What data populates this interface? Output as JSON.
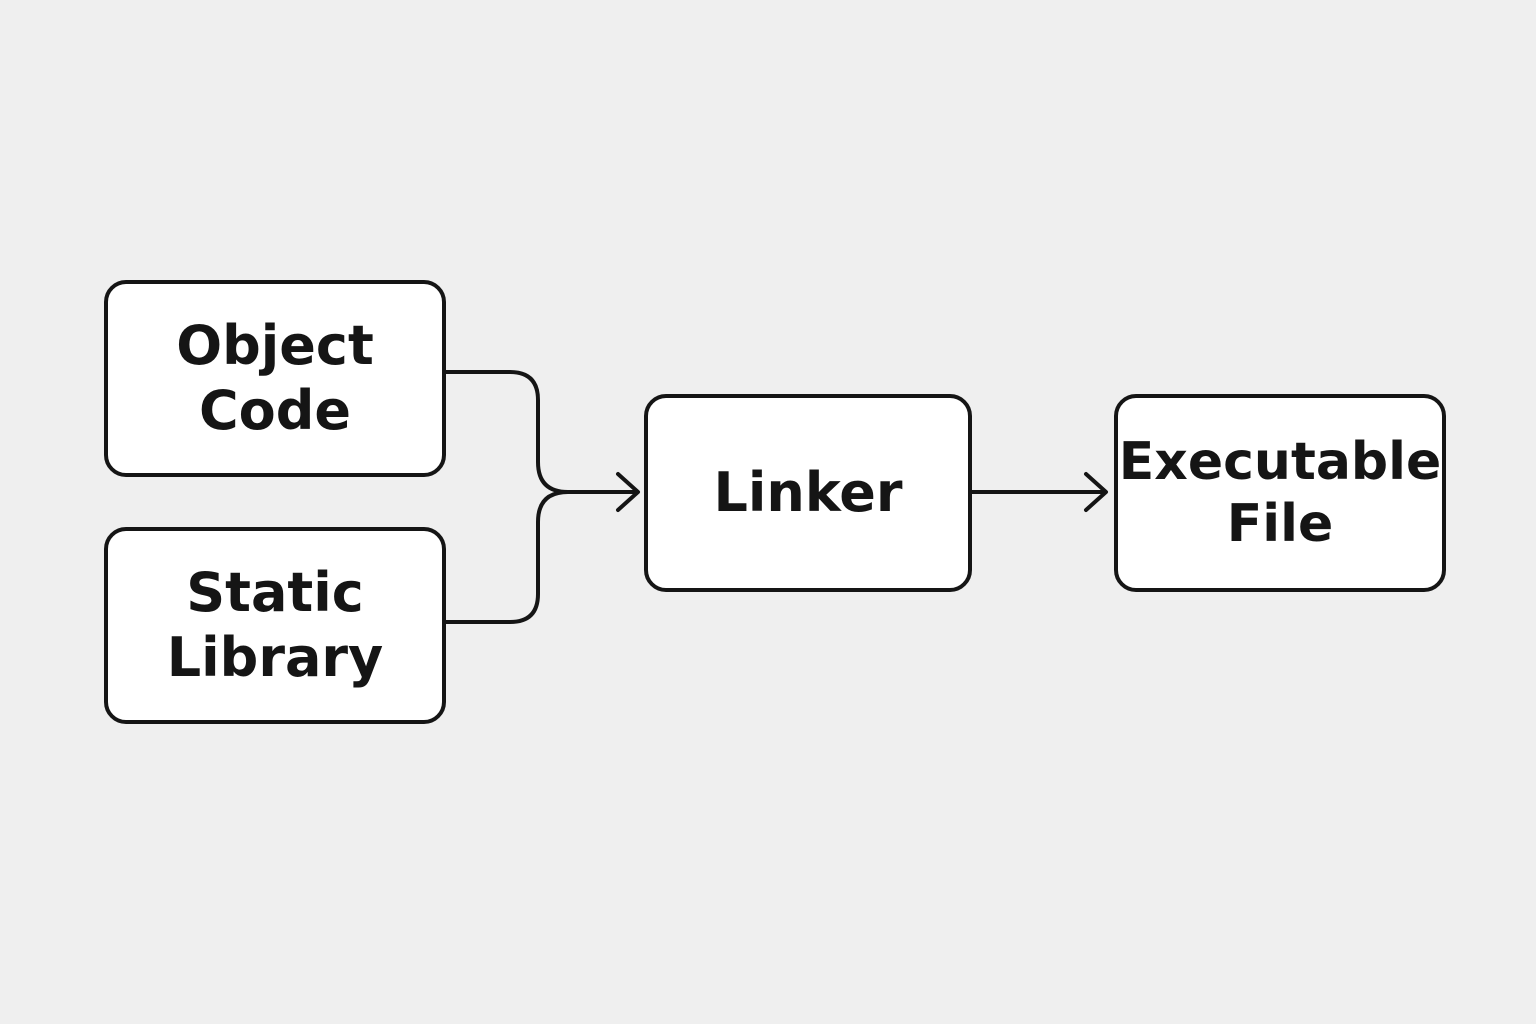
{
  "diagram": {
    "nodes": [
      {
        "id": "object-code",
        "lines": [
          "Object",
          "Code"
        ]
      },
      {
        "id": "static-library",
        "lines": [
          "Static",
          "Library"
        ]
      },
      {
        "id": "linker",
        "lines": [
          "Linker"
        ]
      },
      {
        "id": "executable-file",
        "lines": [
          "Executable",
          "File"
        ]
      }
    ],
    "edges": [
      {
        "from": "object-code",
        "to": "linker"
      },
      {
        "from": "static-library",
        "to": "linker"
      },
      {
        "from": "linker",
        "to": "executable-file"
      }
    ],
    "colors": {
      "background": "#efefef",
      "box_fill": "#ffffff",
      "stroke": "#151515"
    }
  }
}
